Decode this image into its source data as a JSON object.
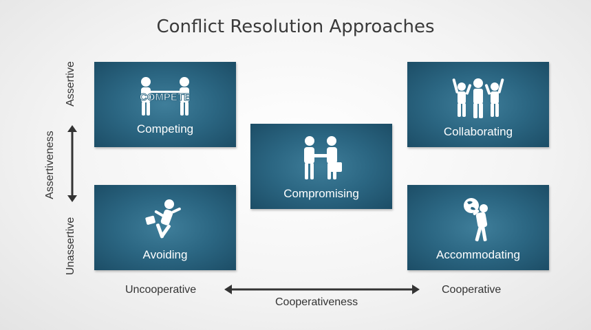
{
  "title": "Conflict Resolution Approaches",
  "boxes": {
    "competing": {
      "label": "Competing",
      "icon_text": "COMPETE",
      "icon": "tug-of-war-icon"
    },
    "collaborating": {
      "label": "Collaborating",
      "icon": "team-cheering-icon"
    },
    "compromising": {
      "label": "Compromising",
      "icon": "handshake-icon"
    },
    "avoiding": {
      "label": "Avoiding",
      "icon": "running-away-icon"
    },
    "accommodating": {
      "label": "Accommodating",
      "icon": "carrying-globe-icon"
    }
  },
  "axes": {
    "vertical": {
      "top": "Assertive",
      "bottom": "Unassertive",
      "name": "Assertiveness"
    },
    "horizontal": {
      "left": "Uncooperative",
      "right": "Cooperative",
      "name": "Cooperativeness"
    }
  },
  "colors": {
    "box": "#2b6682",
    "text": "#333333",
    "title": "#3a3a3a"
  }
}
